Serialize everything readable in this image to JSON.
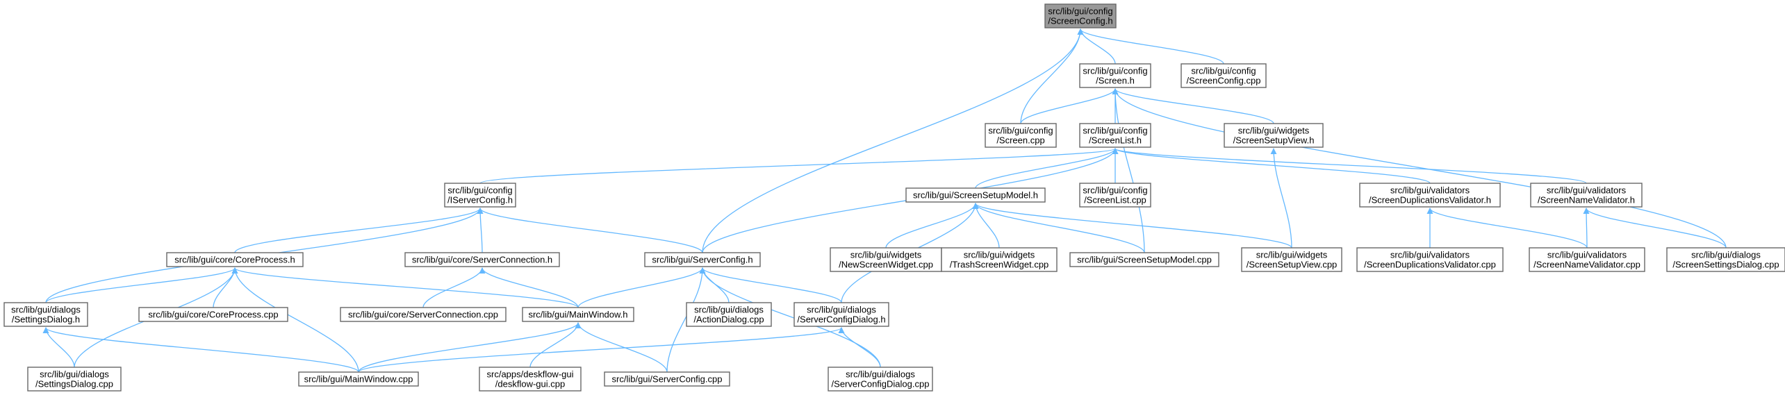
{
  "graph": {
    "arrow_color": "#63b8ff",
    "box_border_color": "#666666",
    "root_fill_color": "#999999",
    "nodes": [
      {
        "id": "n_screenconfig_h",
        "lines": [
          "src/lib/gui/config",
          "/ScreenConfig.h"
        ],
        "root": true
      },
      {
        "id": "n_screen_h",
        "lines": [
          "src/lib/gui/config",
          "/Screen.h"
        ]
      },
      {
        "id": "n_screenconfig_cpp",
        "lines": [
          "src/lib/gui/config",
          "/ScreenConfig.cpp"
        ]
      },
      {
        "id": "n_screen_cpp",
        "lines": [
          "src/lib/gui/config",
          "/Screen.cpp"
        ]
      },
      {
        "id": "n_screenlist_h",
        "lines": [
          "src/lib/gui/config",
          "/ScreenList.h"
        ]
      },
      {
        "id": "n_screensetupview_h",
        "lines": [
          "src/lib/gui/widgets",
          "/ScreenSetupView.h"
        ]
      },
      {
        "id": "n_iserverconfig_h",
        "lines": [
          "src/lib/gui/config",
          "/IServerConfig.h"
        ]
      },
      {
        "id": "n_screensetupmodel_h",
        "lines": [
          "src/lib/gui/ScreenSetupModel.h"
        ]
      },
      {
        "id": "n_screenlist_cpp",
        "lines": [
          "src/lib/gui/config",
          "/ScreenList.cpp"
        ]
      },
      {
        "id": "n_dupvalidator_h",
        "lines": [
          "src/lib/gui/validators",
          "/ScreenDuplicationsValidator.h"
        ]
      },
      {
        "id": "n_namevalidator_h",
        "lines": [
          "src/lib/gui/validators",
          "/ScreenNameValidator.h"
        ]
      },
      {
        "id": "n_coreprocess_h",
        "lines": [
          "src/lib/gui/core/CoreProcess.h"
        ]
      },
      {
        "id": "n_serverconnection_h",
        "lines": [
          "src/lib/gui/core/ServerConnection.h"
        ]
      },
      {
        "id": "n_serverconfig_h",
        "lines": [
          "src/lib/gui/ServerConfig.h"
        ]
      },
      {
        "id": "n_newscreenwidget_cpp",
        "lines": [
          "src/lib/gui/widgets",
          "/NewScreenWidget.cpp"
        ]
      },
      {
        "id": "n_trashscreenwidget_cpp",
        "lines": [
          "src/lib/gui/widgets",
          "/TrashScreenWidget.cpp"
        ]
      },
      {
        "id": "n_screensetupmodel_cpp",
        "lines": [
          "src/lib/gui/ScreenSetupModel.cpp"
        ]
      },
      {
        "id": "n_screensetupview_cpp",
        "lines": [
          "src/lib/gui/widgets",
          "/ScreenSetupView.cpp"
        ]
      },
      {
        "id": "n_dupvalidator_cpp",
        "lines": [
          "src/lib/gui/validators",
          "/ScreenDuplicationsValidator.cpp"
        ]
      },
      {
        "id": "n_namevalidator_cpp",
        "lines": [
          "src/lib/gui/validators",
          "/ScreenNameValidator.cpp"
        ]
      },
      {
        "id": "n_screensettingsdialog_cpp",
        "lines": [
          "src/lib/gui/dialogs",
          "/ScreenSettingsDialog.cpp"
        ]
      },
      {
        "id": "n_settingsdialog_h",
        "lines": [
          "src/lib/gui/dialogs",
          "/SettingsDialog.h"
        ]
      },
      {
        "id": "n_coreprocess_cpp",
        "lines": [
          "src/lib/gui/core/CoreProcess.cpp"
        ]
      },
      {
        "id": "n_serverconnection_cpp",
        "lines": [
          "src/lib/gui/core/ServerConnection.cpp"
        ]
      },
      {
        "id": "n_mainwindow_h",
        "lines": [
          "src/lib/gui/MainWindow.h"
        ]
      },
      {
        "id": "n_actiondialog_cpp",
        "lines": [
          "src/lib/gui/dialogs",
          "/ActionDialog.cpp"
        ]
      },
      {
        "id": "n_serverconfigdialog_h",
        "lines": [
          "src/lib/gui/dialogs",
          "/ServerConfigDialog.h"
        ]
      },
      {
        "id": "n_settingsdialog_cpp",
        "lines": [
          "src/lib/gui/dialogs",
          "/SettingsDialog.cpp"
        ]
      },
      {
        "id": "n_mainwindow_cpp",
        "lines": [
          "src/lib/gui/MainWindow.cpp"
        ]
      },
      {
        "id": "n_deskflow_gui_cpp",
        "lines": [
          "src/apps/deskflow-gui",
          "/deskflow-gui.cpp"
        ]
      },
      {
        "id": "n_serverconfig_cpp",
        "lines": [
          "src/lib/gui/ServerConfig.cpp"
        ]
      },
      {
        "id": "n_serverconfigdialog_cpp",
        "lines": [
          "src/lib/gui/dialogs",
          "/ServerConfigDialog.cpp"
        ]
      }
    ],
    "edges": [
      [
        "n_screen_h",
        "n_screenconfig_h"
      ],
      [
        "n_screenconfig_cpp",
        "n_screenconfig_h"
      ],
      [
        "n_screen_cpp",
        "n_screenconfig_h"
      ],
      [
        "n_serverconfig_h",
        "n_screenconfig_h"
      ],
      [
        "n_screen_cpp",
        "n_screen_h"
      ],
      [
        "n_screenlist_h",
        "n_screen_h"
      ],
      [
        "n_screensetupview_h",
        "n_screen_h"
      ],
      [
        "n_screensetupmodel_cpp",
        "n_screen_h"
      ],
      [
        "n_screensettingsdialog_cpp",
        "n_screen_h"
      ],
      [
        "n_iserverconfig_h",
        "n_screenlist_h"
      ],
      [
        "n_screensetupmodel_h",
        "n_screenlist_h"
      ],
      [
        "n_screenlist_cpp",
        "n_screenlist_h"
      ],
      [
        "n_dupvalidator_h",
        "n_screenlist_h"
      ],
      [
        "n_namevalidator_h",
        "n_screenlist_h"
      ],
      [
        "n_serverconfig_h",
        "n_screenlist_h"
      ],
      [
        "n_screensetupview_cpp",
        "n_screensetupview_h"
      ],
      [
        "n_coreprocess_h",
        "n_iserverconfig_h"
      ],
      [
        "n_serverconnection_h",
        "n_iserverconfig_h"
      ],
      [
        "n_serverconfig_h",
        "n_iserverconfig_h"
      ],
      [
        "n_settingsdialog_h",
        "n_iserverconfig_h"
      ],
      [
        "n_newscreenwidget_cpp",
        "n_screensetupmodel_h"
      ],
      [
        "n_trashscreenwidget_cpp",
        "n_screensetupmodel_h"
      ],
      [
        "n_screensetupmodel_cpp",
        "n_screensetupmodel_h"
      ],
      [
        "n_screensetupview_cpp",
        "n_screensetupmodel_h"
      ],
      [
        "n_serverconfigdialog_h",
        "n_screensetupmodel_h"
      ],
      [
        "n_dupvalidator_cpp",
        "n_dupvalidator_h"
      ],
      [
        "n_namevalidator_cpp",
        "n_dupvalidator_h"
      ],
      [
        "n_namevalidator_cpp",
        "n_namevalidator_h"
      ],
      [
        "n_screensettingsdialog_cpp",
        "n_namevalidator_h"
      ],
      [
        "n_settingsdialog_h",
        "n_coreprocess_h"
      ],
      [
        "n_coreprocess_cpp",
        "n_coreprocess_h"
      ],
      [
        "n_mainwindow_h",
        "n_coreprocess_h"
      ],
      [
        "n_mainwindow_cpp",
        "n_coreprocess_h"
      ],
      [
        "n_settingsdialog_cpp",
        "n_coreprocess_h"
      ],
      [
        "n_serverconnection_cpp",
        "n_serverconnection_h"
      ],
      [
        "n_mainwindow_h",
        "n_serverconnection_h"
      ],
      [
        "n_mainwindow_h",
        "n_serverconfig_h"
      ],
      [
        "n_actiondialog_cpp",
        "n_serverconfig_h"
      ],
      [
        "n_serverconfigdialog_h",
        "n_serverconfig_h"
      ],
      [
        "n_serverconfig_cpp",
        "n_serverconfig_h"
      ],
      [
        "n_serverconfigdialog_cpp",
        "n_serverconfig_h"
      ],
      [
        "n_settingsdialog_cpp",
        "n_settingsdialog_h"
      ],
      [
        "n_mainwindow_cpp",
        "n_settingsdialog_h"
      ],
      [
        "n_mainwindow_cpp",
        "n_mainwindow_h"
      ],
      [
        "n_deskflow_gui_cpp",
        "n_mainwindow_h"
      ],
      [
        "n_serverconfig_cpp",
        "n_mainwindow_h"
      ],
      [
        "n_mainwindow_cpp",
        "n_serverconfigdialog_h"
      ],
      [
        "n_serverconfigdialog_cpp",
        "n_serverconfigdialog_h"
      ]
    ]
  }
}
